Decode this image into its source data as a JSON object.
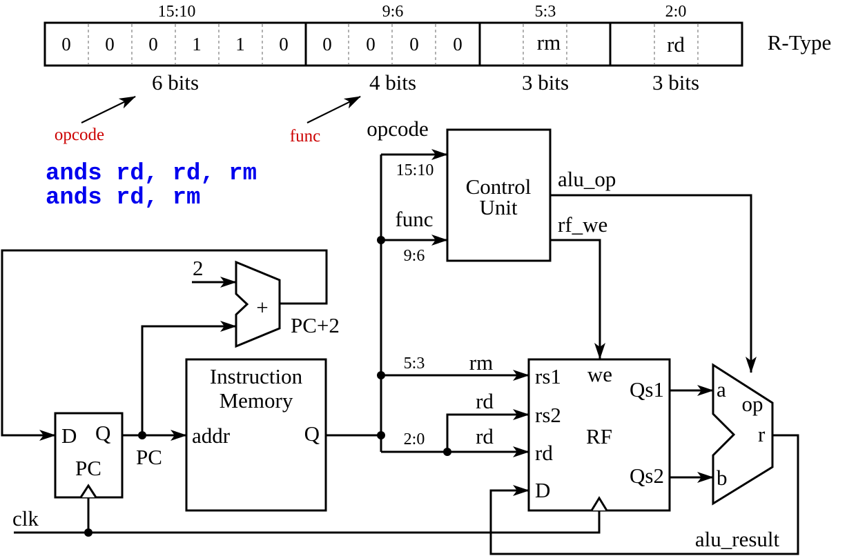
{
  "colors": {
    "accent_red": "#cc0000",
    "code_blue": "#0000ee"
  },
  "format": {
    "type_label": "R-Type",
    "ranges": [
      "15:10",
      "9:6",
      "5:3",
      "2:0"
    ],
    "bits": [
      "0",
      "0",
      "0",
      "1",
      "1",
      "0",
      "0",
      "0",
      "0",
      "0"
    ],
    "rm": "rm",
    "rd": "rd",
    "widths": [
      "6 bits",
      "4 bits",
      "3 bits",
      "3 bits"
    ],
    "opcode_note": "opcode",
    "func_note": "func"
  },
  "code": [
    "ands rd, rd, rm",
    "ands rd, rm"
  ],
  "control": {
    "line1": "Control",
    "line2": "Unit",
    "opcode": "opcode",
    "opcode_range": "15:10",
    "func": "func",
    "func_range": "9:6",
    "alu_op": "alu_op",
    "rf_we": "rf_we"
  },
  "adder": {
    "const": "2",
    "sign": "+",
    "out": "PC+2"
  },
  "pc": {
    "d": "D",
    "q": "Q",
    "name": "PC",
    "out": "PC",
    "clk": "clk"
  },
  "imem": {
    "line1": "Instruction",
    "line2": "Memory",
    "addr": "addr",
    "q": "Q"
  },
  "wires": {
    "rm_range": "5:3",
    "rm": "rm",
    "rd1": "rd",
    "rd_range": "2:0",
    "rd2": "rd"
  },
  "rf": {
    "rs1": "rs1",
    "rs2": "rs2",
    "rd": "rd",
    "d": "D",
    "we": "we",
    "name": "RF",
    "qs1": "Qs1",
    "qs2": "Qs2"
  },
  "alu": {
    "a": "a",
    "b": "b",
    "op": "op",
    "r": "r",
    "result": "alu_result"
  }
}
